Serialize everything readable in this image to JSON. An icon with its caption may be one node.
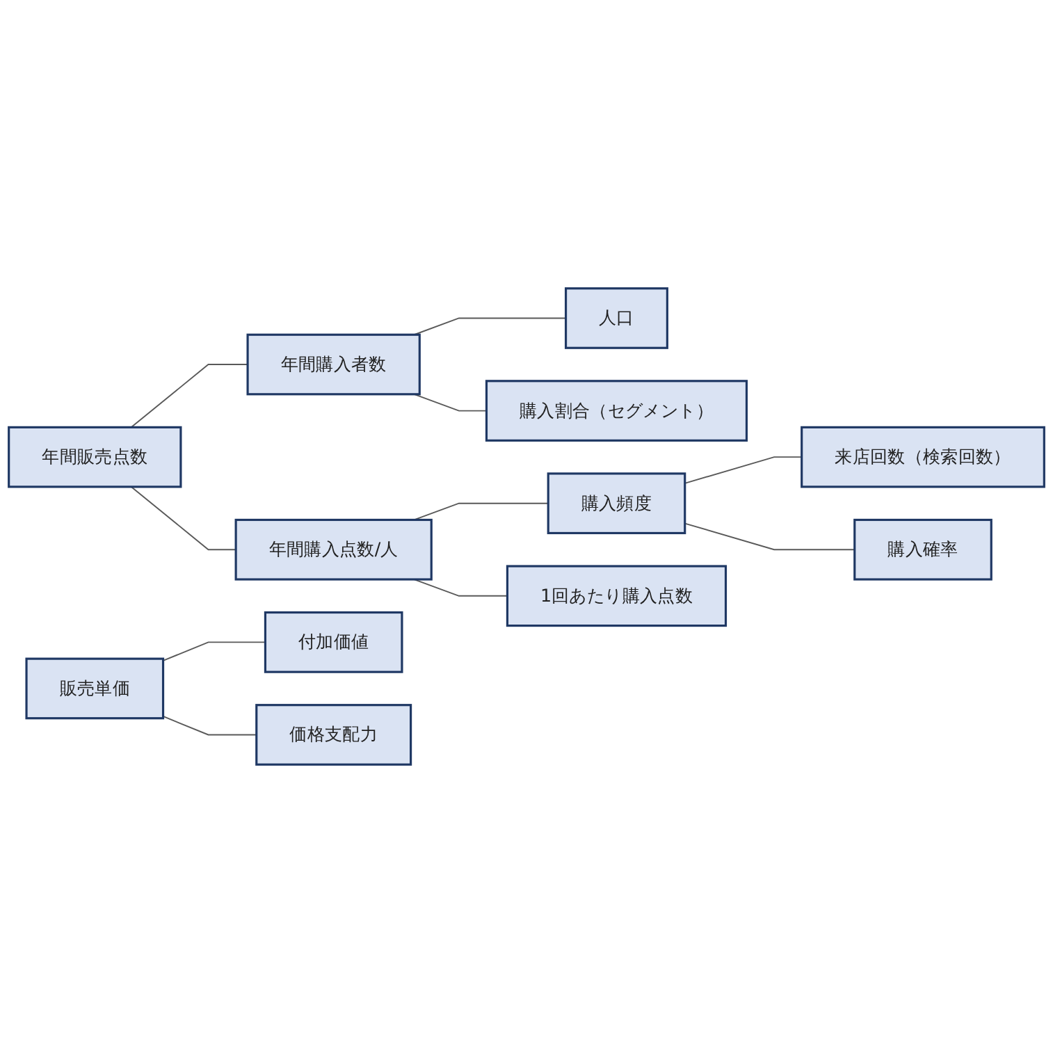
{
  "diagram": {
    "nodes": [
      {
        "text": [
          "年間販売点数"
        ]
      },
      {
        "text": [
          "年間購入者数"
        ]
      },
      {
        "text": [
          "人口"
        ]
      },
      {
        "text": [
          "購入割合（セグメント）"
        ]
      },
      {
        "text": [
          "年間購入点数/人"
        ]
      },
      {
        "text": [
          "購入頻度"
        ]
      },
      {
        "text": [
          "来店回数（検索回数）"
        ]
      },
      {
        "text": [
          "購入確率"
        ]
      },
      {
        "text": [
          "1回あたり購入点数"
        ]
      },
      {
        "text": [
          "販売単価"
        ]
      },
      {
        "text": [
          "付加価値"
        ]
      },
      {
        "text": [
          "価格支配力"
        ]
      }
    ],
    "edges": [
      {
        "from": 0,
        "to": 1,
        "arrow": "none"
      },
      {
        "from": 1,
        "to": 2,
        "arrow": "none"
      },
      {
        "from": 1,
        "to": 3,
        "arrow": "none"
      },
      {
        "from": 0,
        "to": 4,
        "arrow": "none"
      },
      {
        "from": 4,
        "to": 5,
        "arrow": "none"
      },
      {
        "from": 5,
        "to": 6,
        "arrow": "none"
      },
      {
        "from": 5,
        "to": 7,
        "arrow": "none"
      },
      {
        "from": 4,
        "to": 8,
        "arrow": "none"
      },
      {
        "from": 9,
        "to": 10,
        "arrow": "none"
      },
      {
        "from": 9,
        "to": 11,
        "arrow": "none"
      }
    ]
  }
}
